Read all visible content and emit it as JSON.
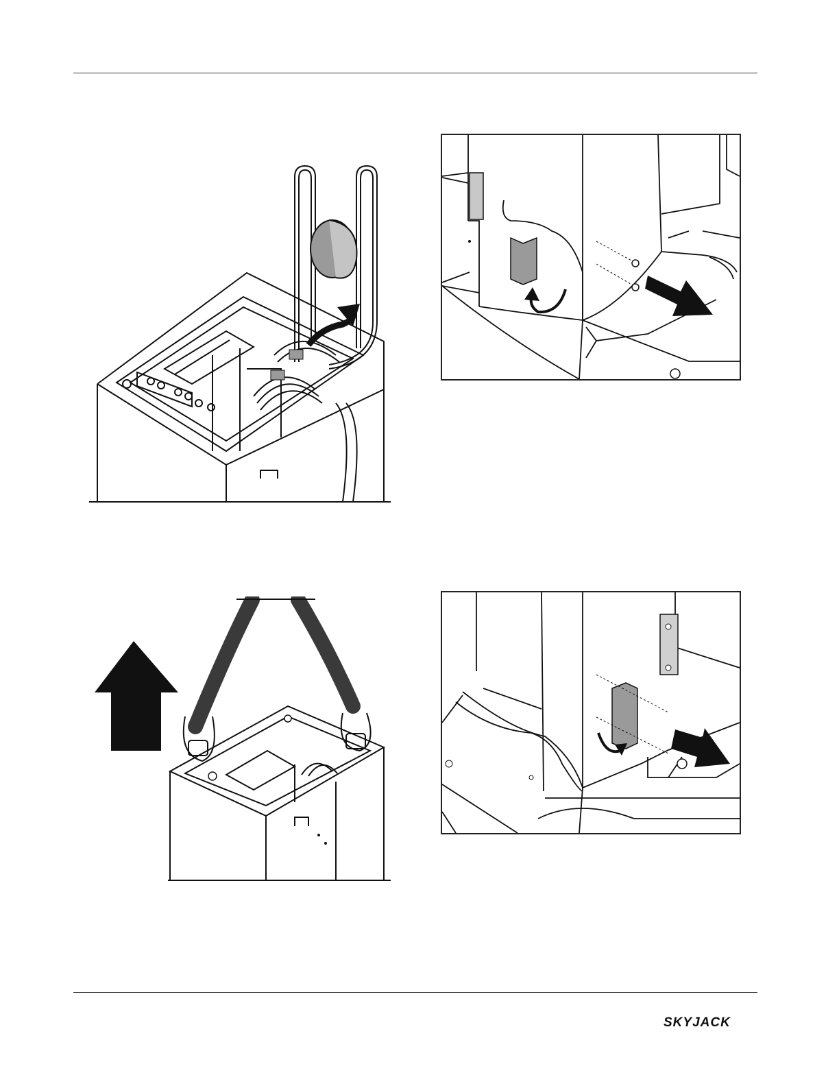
{
  "header": {
    "rule": true
  },
  "figures": [
    {
      "id": "fig-top-left",
      "description_icon": "lift-tubes-from-housing-illustration"
    },
    {
      "id": "fig-top-right",
      "description_icon": "remove-bracket-from-column-illustration"
    },
    {
      "id": "fig-bottom-left",
      "description_icon": "hoist-with-slings-illustration"
    },
    {
      "id": "fig-bottom-right",
      "description_icon": "remove-bracket-lower-column-illustration"
    }
  ],
  "footer": {
    "logo_text": "SKYJACK"
  },
  "colors": {
    "ink": "#111111",
    "shade": "#9a9a9a",
    "sling": "#3a3a3a"
  }
}
